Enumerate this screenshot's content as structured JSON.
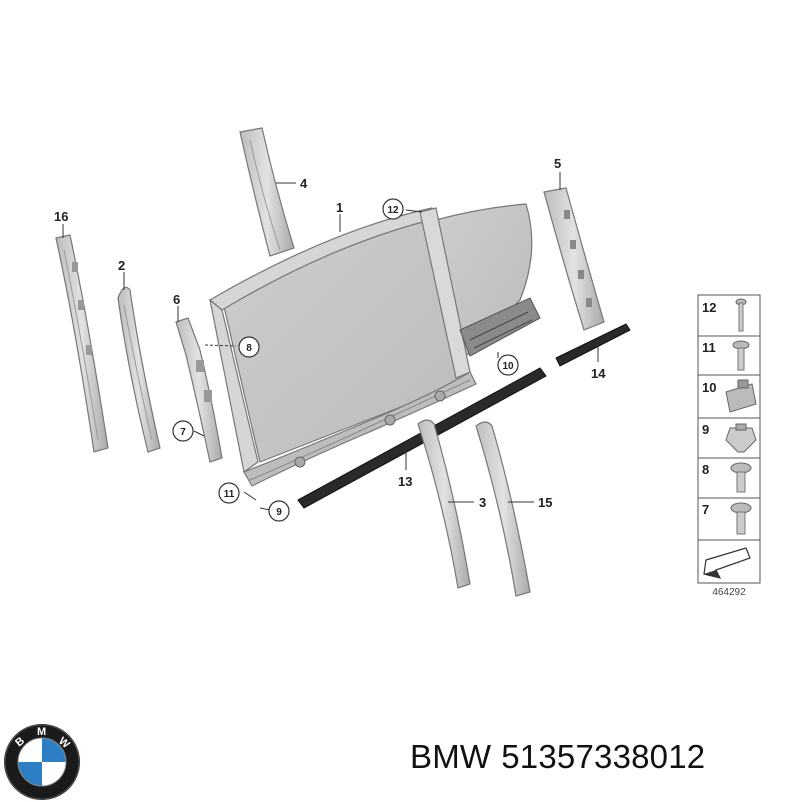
{
  "callouts": {
    "c1": "1",
    "c2": "2",
    "c3": "3",
    "c4": "4",
    "c5": "5",
    "c6": "6",
    "c7": "7",
    "c8": "8",
    "c9": "9",
    "c10": "10",
    "c11": "11",
    "c12": "12",
    "c13": "13",
    "c14": "14",
    "c15": "15",
    "c16": "16"
  },
  "legend": {
    "items": [
      "12",
      "11",
      "10",
      "9",
      "8",
      "7"
    ],
    "ref_number": "464292"
  },
  "caption": {
    "brand": "BMW",
    "part_number": "51357338012"
  },
  "logo": {
    "letters": "BMW",
    "colors": {
      "ring": "#1a1a1a",
      "blue": "#2c7fc4",
      "white": "#ffffff"
    }
  },
  "colors": {
    "part_fill": "#cfcfcf",
    "part_stroke": "#777777",
    "glass_fill": "#c4c4c4",
    "dark_seal": "#2a2a2a"
  }
}
